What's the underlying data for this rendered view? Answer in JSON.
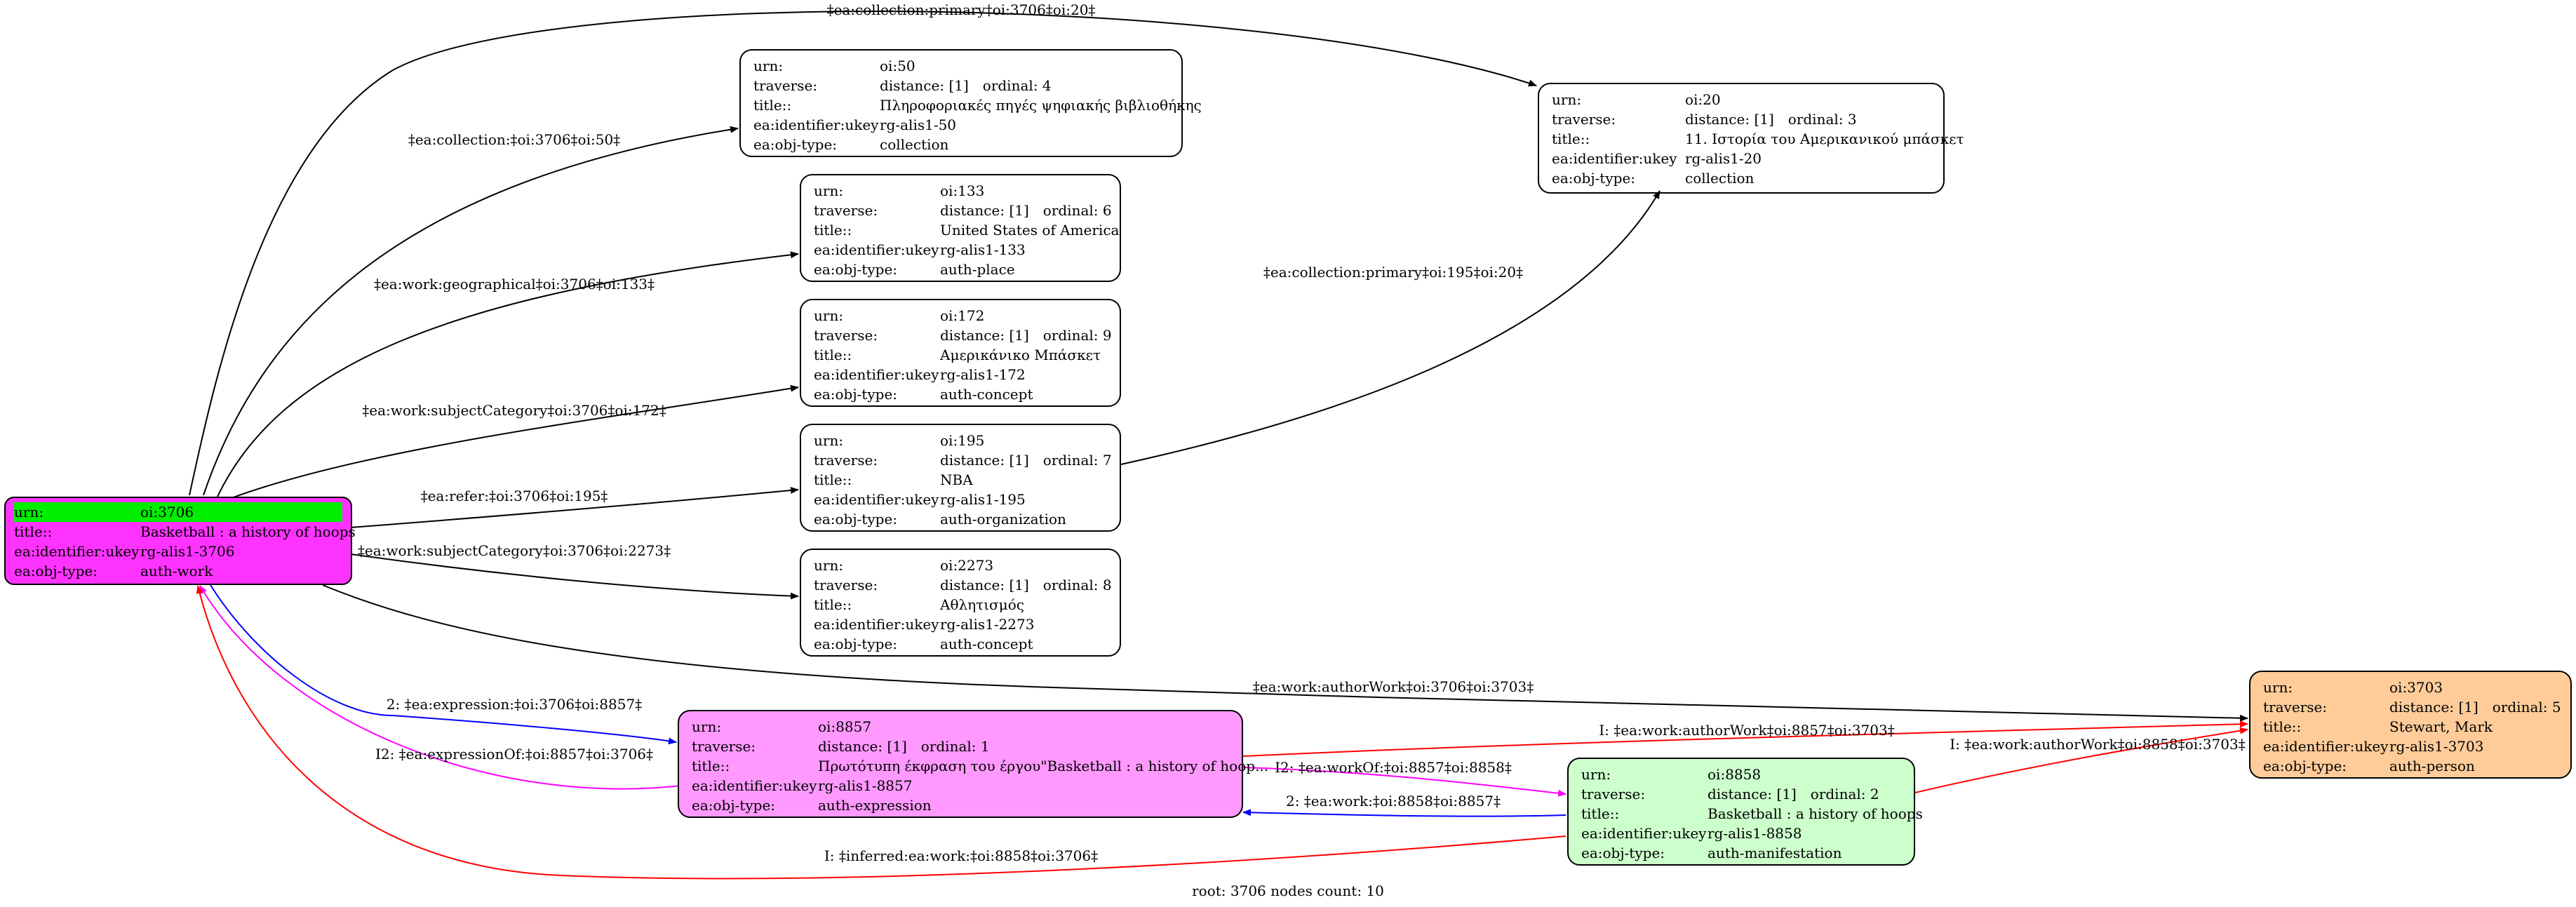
{
  "nodes": {
    "n3706": {
      "urn": "oi:3706",
      "title": "Basketball : a history of hoops",
      "ukey": "rg-alis1-3706",
      "type": "auth-work",
      "color": "#ff33ff"
    },
    "n50": {
      "urn": "oi:50",
      "distance": "distance: [1]",
      "ordinal": "ordinal: 4",
      "title": "Πληροφοριακές πηγές ψηφιακής βιβλιοθήκης",
      "ukey": "rg-alis1-50",
      "type": "collection",
      "color": "#ffffff"
    },
    "n133": {
      "urn": "oi:133",
      "distance": "distance: [1]",
      "ordinal": "ordinal: 6",
      "title": "United States of America",
      "ukey": "rg-alis1-133",
      "type": "auth-place",
      "color": "#ffffff"
    },
    "n172": {
      "urn": "oi:172",
      "distance": "distance: [1]",
      "ordinal": "ordinal: 9",
      "title": "Αμερικάνικο Μπάσκετ",
      "ukey": "rg-alis1-172",
      "type": "auth-concept",
      "color": "#ffffff"
    },
    "n195": {
      "urn": "oi:195",
      "distance": "distance: [1]",
      "ordinal": "ordinal: 7",
      "title": "NBA",
      "ukey": "rg-alis1-195",
      "type": "auth-organization",
      "color": "#ffffff"
    },
    "n2273": {
      "urn": "oi:2273",
      "distance": "distance: [1]",
      "ordinal": "ordinal: 8",
      "title": "Αθλητισμός",
      "ukey": "rg-alis1-2273",
      "type": "auth-concept",
      "color": "#ffffff"
    },
    "n20": {
      "urn": "oi:20",
      "distance": "distance: [1]",
      "ordinal": "ordinal: 3",
      "title": "11. Ιστορία του Αμερικανικού μπάσκετ",
      "ukey": "rg-alis1-20",
      "type": "collection",
      "color": "#ffffff"
    },
    "n8857": {
      "urn": "oi:8857",
      "distance": "distance: [1]",
      "ordinal": "ordinal: 1",
      "title": "Πρωτότυπη έκφραση του έργου\"Basketball : a history of hoop...",
      "ukey": "rg-alis1-8857",
      "type": "auth-expression",
      "color": "#ff99ff"
    },
    "n8858": {
      "urn": "oi:8858",
      "distance": "distance: [1]",
      "ordinal": "ordinal: 2",
      "title": "Basketball : a history of hoops",
      "ukey": "rg-alis1-8858",
      "type": "auth-manifestation",
      "color": "#ccffcc"
    },
    "n3703": {
      "urn": "oi:3703",
      "distance": "distance: [1]",
      "ordinal": "ordinal: 5",
      "title": "Stewart, Mark",
      "ukey": "rg-alis1-3703",
      "type": "auth-person",
      "color": "#ffcc99"
    }
  },
  "keys": {
    "urn": "urn:",
    "traverse": "traverse:",
    "title": "title::",
    "ukey": "ea:identifier:ukey",
    "type": "ea:obj-type:"
  },
  "edges": [
    {
      "id": "e1",
      "label": "‡ea:collection:primary‡oi:3706‡oi:20‡",
      "color": "#000000"
    },
    {
      "id": "e2",
      "label": "‡ea:collection:‡oi:3706‡oi:50‡",
      "color": "#000000"
    },
    {
      "id": "e3",
      "label": "‡ea:work:geographical‡oi:3706‡oi:133‡",
      "color": "#000000"
    },
    {
      "id": "e4",
      "label": "‡ea:work:subjectCategory‡oi:3706‡oi:172‡",
      "color": "#000000"
    },
    {
      "id": "e5",
      "label": "‡ea:refer:‡oi:3706‡oi:195‡",
      "color": "#000000"
    },
    {
      "id": "e6",
      "label": "‡ea:work:subjectCategory‡oi:3706‡oi:2273‡",
      "color": "#000000"
    },
    {
      "id": "e7",
      "label": "‡ea:collection:primary‡oi:195‡oi:20‡",
      "color": "#000000"
    },
    {
      "id": "e8",
      "label": "‡ea:work:authorWork‡oi:3706‡oi:3703‡",
      "color": "#000000"
    },
    {
      "id": "e9",
      "label": "2: ‡ea:expression:‡oi:3706‡oi:8857‡",
      "color": "#0000ff"
    },
    {
      "id": "e10",
      "label": "I2: ‡ea:expressionOf:‡oi:8857‡oi:3706‡",
      "color": "#ff00ff"
    },
    {
      "id": "e11",
      "label": "I: ‡ea:work:authorWork‡oi:8857‡oi:3703‡",
      "color": "#ff0000"
    },
    {
      "id": "e12",
      "label": "I2: ‡ea:workOf:‡oi:8857‡oi:8858‡",
      "color": "#ff00ff"
    },
    {
      "id": "e13",
      "label": "2: ‡ea:work:‡oi:8858‡oi:8857‡",
      "color": "#0000ff"
    },
    {
      "id": "e14",
      "label": "I: ‡ea:work:authorWork‡oi:8858‡oi:3703‡",
      "color": "#ff0000"
    },
    {
      "id": "e15",
      "label": "I: ‡inferred:ea:work:‡oi:8858‡oi:3706‡",
      "color": "#ff0000"
    }
  ],
  "footer": "root: 3706 nodes count: 10"
}
